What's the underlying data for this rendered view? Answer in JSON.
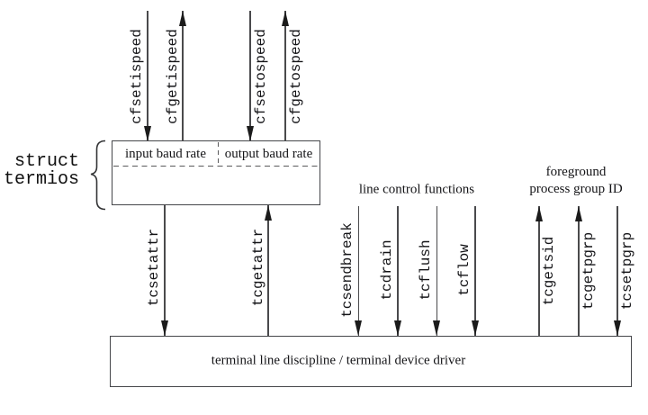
{
  "labels": {
    "struct_line1": "struct",
    "struct_line2": "termios"
  },
  "termios_box": {
    "input_cell": "input baud rate",
    "output_cell": "output baud rate"
  },
  "captions": {
    "line_control": "line control functions",
    "foreground_line1": "foreground",
    "foreground_line2": "process group ID"
  },
  "bottom_box_label": "terminal line discipline / terminal device driver",
  "arrows": [
    {
      "label": "cfsetispeed",
      "direction": "down"
    },
    {
      "label": "cfgetispeed",
      "direction": "up"
    },
    {
      "label": "cfsetospeed",
      "direction": "down"
    },
    {
      "label": "cfgetospeed",
      "direction": "up"
    },
    {
      "label": "tcsetattr",
      "direction": "down"
    },
    {
      "label": "tcgetattr",
      "direction": "up"
    },
    {
      "label": "tcsendbreak",
      "direction": "down"
    },
    {
      "label": "tcdrain",
      "direction": "down"
    },
    {
      "label": "tcflush",
      "direction": "down"
    },
    {
      "label": "tcflow",
      "direction": "down"
    },
    {
      "label": "tcgetsid",
      "direction": "up"
    },
    {
      "label": "tcgetpgrp",
      "direction": "up"
    },
    {
      "label": "tcsetpgrp",
      "direction": "down"
    }
  ],
  "colors": {
    "line": "#4a4a4c",
    "arrowhead": "#1b1b1b",
    "text": "#141417",
    "background": "#ffffff"
  }
}
